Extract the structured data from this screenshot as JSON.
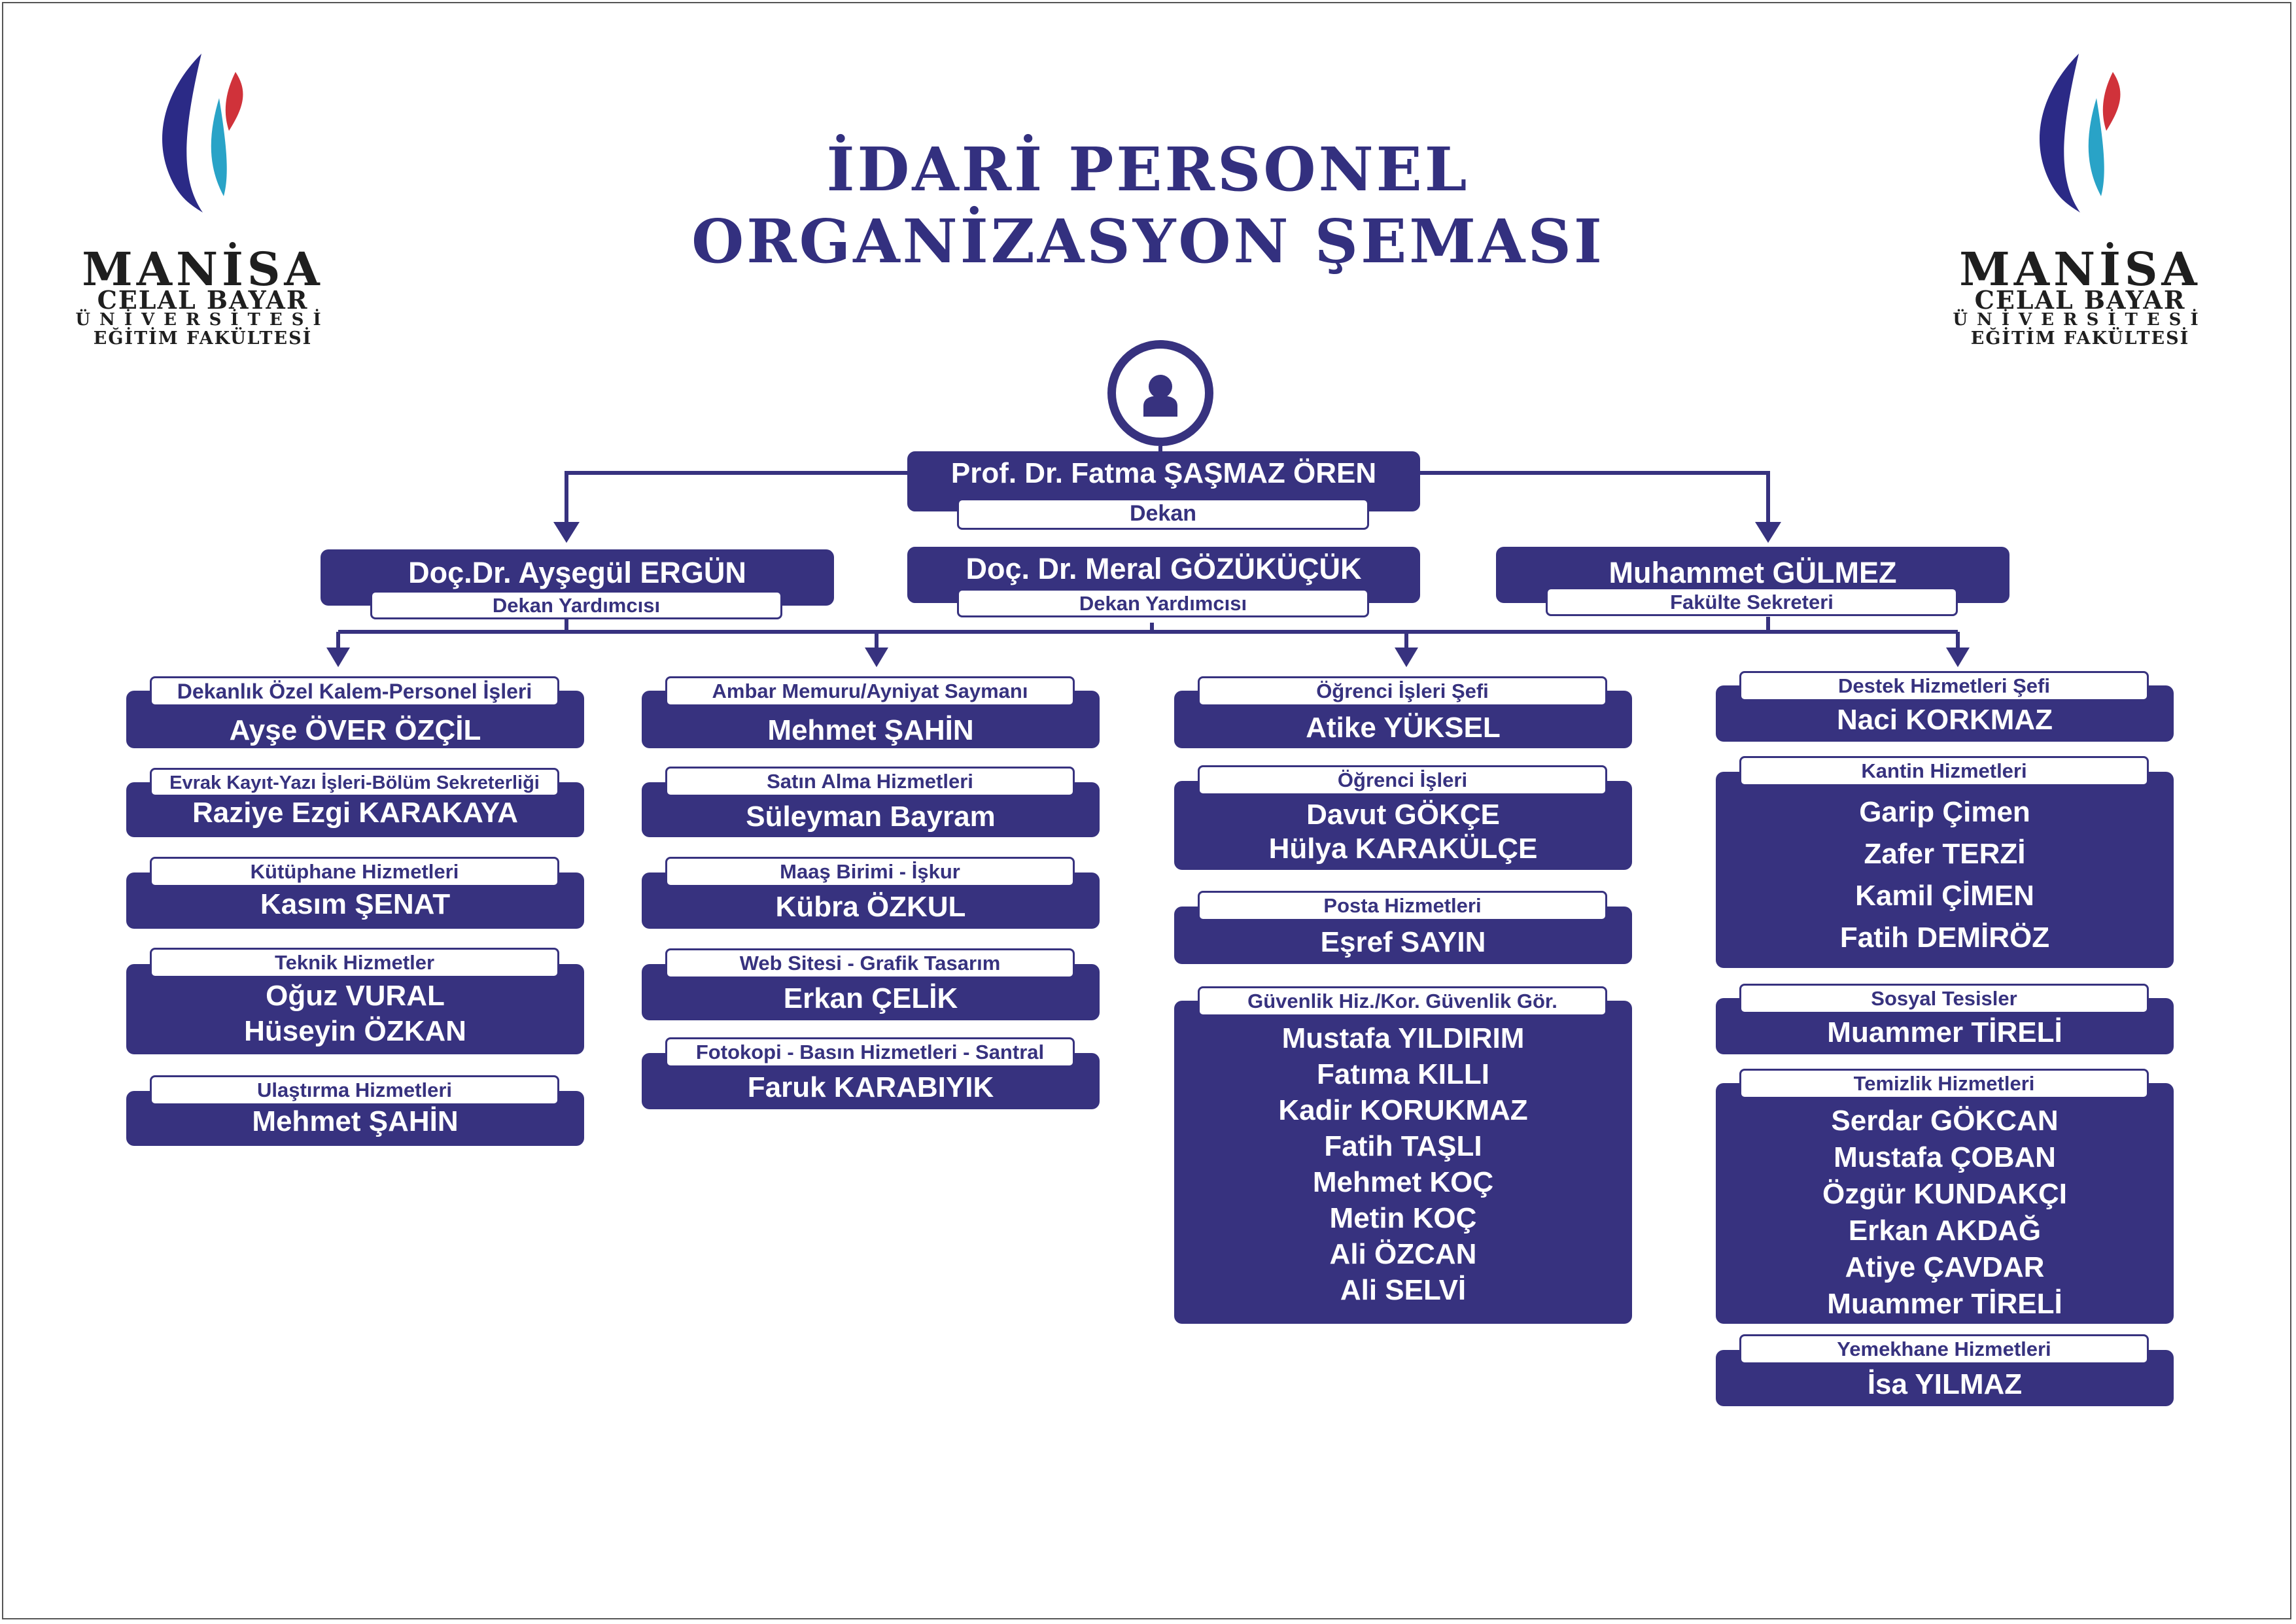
{
  "title": {
    "line1": "İDARİ PERSONEL",
    "line2": "ORGANİZASYON ŞEMASI"
  },
  "logo": {
    "line1": "MANİSA",
    "line2": "CELAL BAYAR",
    "line3": "ÜNİVERSİTESİ",
    "line4": "EĞİTİM FAKÜLTESİ"
  },
  "colors": {
    "primary": "#37327f",
    "logo_blue": "#2b2a86",
    "logo_teal": "#29a3c7",
    "logo_red": "#d0323a"
  },
  "dean": {
    "name": "Prof. Dr. Fatma ŞAŞMAZ ÖREN",
    "role": "Dekan",
    "icon": "person-icon"
  },
  "deputies": [
    {
      "name": "Doç.Dr. Ayşegül ERGÜN",
      "role": "Dekan Yardımcısı"
    },
    {
      "name": "Doç. Dr. Meral GÖZÜKÜÇÜK",
      "role": "Dekan Yardımcısı"
    },
    {
      "name": "Muhammet GÜLMEZ",
      "role": "Fakülte Sekreteri"
    }
  ],
  "columns": [
    {
      "units": [
        {
          "label": "Dekanlık Özel Kalem-Personel İşleri",
          "names": [
            "Ayşe ÖVER ÖZÇİL"
          ]
        },
        {
          "label": "Evrak Kayıt-Yazı İşleri-Bölüm Sekreterliği",
          "names": [
            "Raziye Ezgi KARAKAYA"
          ]
        },
        {
          "label": "Kütüphane Hizmetleri",
          "names": [
            "Kasım ŞENAT"
          ]
        },
        {
          "label": "Teknik Hizmetler",
          "names": [
            "Oğuz VURAL",
            "Hüseyin ÖZKAN"
          ]
        },
        {
          "label": "Ulaştırma Hizmetleri",
          "names": [
            "Mehmet ŞAHİN"
          ]
        }
      ]
    },
    {
      "units": [
        {
          "label": "Ambar Memuru/Ayniyat Saymanı",
          "names": [
            "Mehmet ŞAHİN"
          ]
        },
        {
          "label": "Satın Alma Hizmetleri",
          "names": [
            "Süleyman Bayram"
          ]
        },
        {
          "label": "Maaş Birimi - İşkur",
          "names": [
            "Kübra ÖZKUL"
          ]
        },
        {
          "label": "Web Sitesi - Grafik Tasarım",
          "names": [
            "Erkan ÇELİK"
          ]
        },
        {
          "label": "Fotokopi - Basın Hizmetleri - Santral",
          "names": [
            "Faruk KARABIYIK"
          ]
        }
      ]
    },
    {
      "units": [
        {
          "label": "Öğrenci İşleri Şefi",
          "names": [
            "Atike YÜKSEL"
          ]
        },
        {
          "label": "Öğrenci İşleri",
          "names": [
            "Davut GÖKÇE",
            "Hülya KARAKÜLÇE"
          ]
        },
        {
          "label": "Posta Hizmetleri",
          "names": [
            "Eşref SAYIN"
          ]
        },
        {
          "label": "Güvenlik Hiz./Kor. Güvenlik Gör.",
          "names": [
            "Mustafa YILDIRIM",
            "Fatıma KILLI",
            "Kadir KORUKMAZ",
            "Fatih TAŞLI",
            "Mehmet KOÇ",
            "Metin KOÇ",
            "Ali ÖZCAN",
            "Ali SELVİ"
          ]
        }
      ]
    },
    {
      "units": [
        {
          "label": "Destek Hizmetleri Şefi",
          "names": [
            "Naci KORKMAZ"
          ]
        },
        {
          "label": "Kantin Hizmetleri",
          "names": [
            "Garip Çimen",
            "Zafer TERZİ",
            "Kamil ÇİMEN",
            "Fatih DEMİRÖZ"
          ]
        },
        {
          "label": "Sosyal Tesisler",
          "names": [
            "Muammer TİRELİ"
          ]
        },
        {
          "label": "Temizlik Hizmetleri",
          "names": [
            "Serdar GÖKCAN",
            "Mustafa ÇOBAN",
            "Özgür KUNDAKÇI",
            "Erkan AKDAĞ",
            "Atiye ÇAVDAR",
            "Muammer TİRELİ"
          ]
        },
        {
          "label": "Yemekhane Hizmetleri",
          "names": [
            "İsa YILMAZ"
          ]
        }
      ]
    }
  ]
}
